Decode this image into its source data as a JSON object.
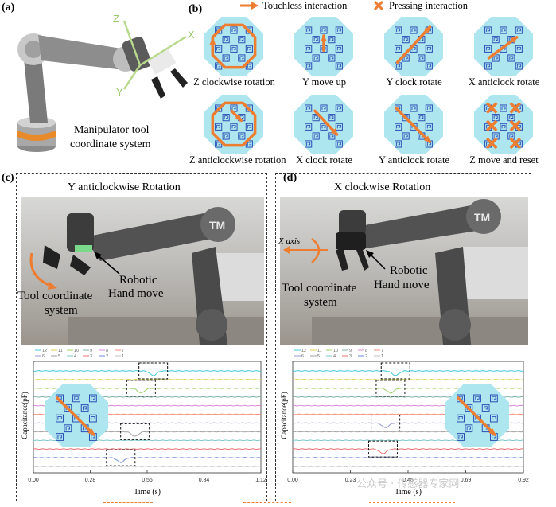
{
  "panel_labels": [
    "(a)",
    "(b)",
    "(c)",
    "(d)"
  ],
  "panel_a": {
    "caption_line1": "Manipulator tool",
    "caption_line2": "coordinate system",
    "axes": [
      "Z",
      "X",
      "Y"
    ]
  },
  "panel_b": {
    "legend": {
      "touchless": "Touchless interaction",
      "pressing": "Pressing interaction"
    },
    "gestures": [
      {
        "label": "Z clockwise rotation",
        "kind": "ring-cw"
      },
      {
        "label": "Y move up",
        "kind": "up"
      },
      {
        "label": "Y clock rotate",
        "kind": "diag-ur"
      },
      {
        "label": "X anticlock rotate",
        "kind": "diag-ur-short"
      },
      {
        "label": "Z anticlockwise rotation",
        "kind": "ring-ccw"
      },
      {
        "label": "X clock rotate",
        "kind": "diag-dr"
      },
      {
        "label": "Y anticlock rotate",
        "kind": "diag-dr-long"
      },
      {
        "label": "Z move and reset",
        "kind": "crosses"
      }
    ]
  },
  "panel_c": {
    "title": "Y anticlockwise Rotation",
    "callout1": "Robotic",
    "callout2": "Hand move",
    "tool1": "Tool coordinate",
    "tool2": "system",
    "robot_logo": "TM"
  },
  "panel_d": {
    "title": "X clockwise Rotation",
    "x_axis": "X axis",
    "callout1": "Robotic",
    "callout2": "Hand move",
    "tool1": "Tool coordinate",
    "tool2": "system",
    "robot_logo": "TM"
  },
  "colors": {
    "accent": "#ed7d31",
    "pad": "#aee6ef",
    "electrode": "#2b4fb4"
  },
  "chart_data": [
    {
      "type": "line",
      "xlabel": "Time (s)",
      "ylabel": "Capacitance(pF)",
      "xticks": [
        "0.00",
        "0.28",
        "0.56",
        "0.84",
        "1.12"
      ],
      "xlim": [
        0,
        1.12
      ],
      "legend_row1": [
        "12",
        "11",
        "10",
        "9",
        "8",
        "7"
      ],
      "legend_row2": [
        "6",
        "5",
        "4",
        "3",
        "2",
        "1"
      ],
      "series_colors": [
        "#41c8d8",
        "#e0d24a",
        "#9ed06a",
        "#7fb2a8",
        "#d98ad8",
        "#f08c78",
        "#9a9ad8",
        "#a0a0a0",
        "#7ec8c8",
        "#e87070",
        "#6e8cd8",
        "#c0c0c0"
      ],
      "dips": [
        {
          "series": 0,
          "t": 0.59
        },
        {
          "series": 2,
          "t": 0.53
        },
        {
          "series": 7,
          "t": 0.5
        },
        {
          "series": 10,
          "t": 0.43
        }
      ]
    },
    {
      "type": "line",
      "xlabel": "Time (s)",
      "ylabel": "Capacitance(pF)",
      "xticks": [
        "0.00",
        "0.23",
        "0.46",
        "0.69",
        "0.92"
      ],
      "xlim": [
        0,
        0.92
      ],
      "legend_row1": [
        "12",
        "11",
        "10",
        "9",
        "8",
        "7"
      ],
      "legend_row2": [
        "6",
        "5",
        "4",
        "3",
        "2",
        "1"
      ],
      "series_colors": [
        "#41c8d8",
        "#e0d24a",
        "#9ed06a",
        "#7fb2a8",
        "#d98ad8",
        "#f08c78",
        "#9a9ad8",
        "#a0a0a0",
        "#7ec8c8",
        "#e87070",
        "#6e8cd8",
        "#c0c0c0"
      ],
      "dips": [
        {
          "series": 0,
          "t": 0.41
        },
        {
          "series": 2,
          "t": 0.39
        },
        {
          "series": 6,
          "t": 0.37
        },
        {
          "series": 9,
          "t": 0.36
        }
      ]
    }
  ],
  "watermark": "公众号 · 传感器专家网"
}
